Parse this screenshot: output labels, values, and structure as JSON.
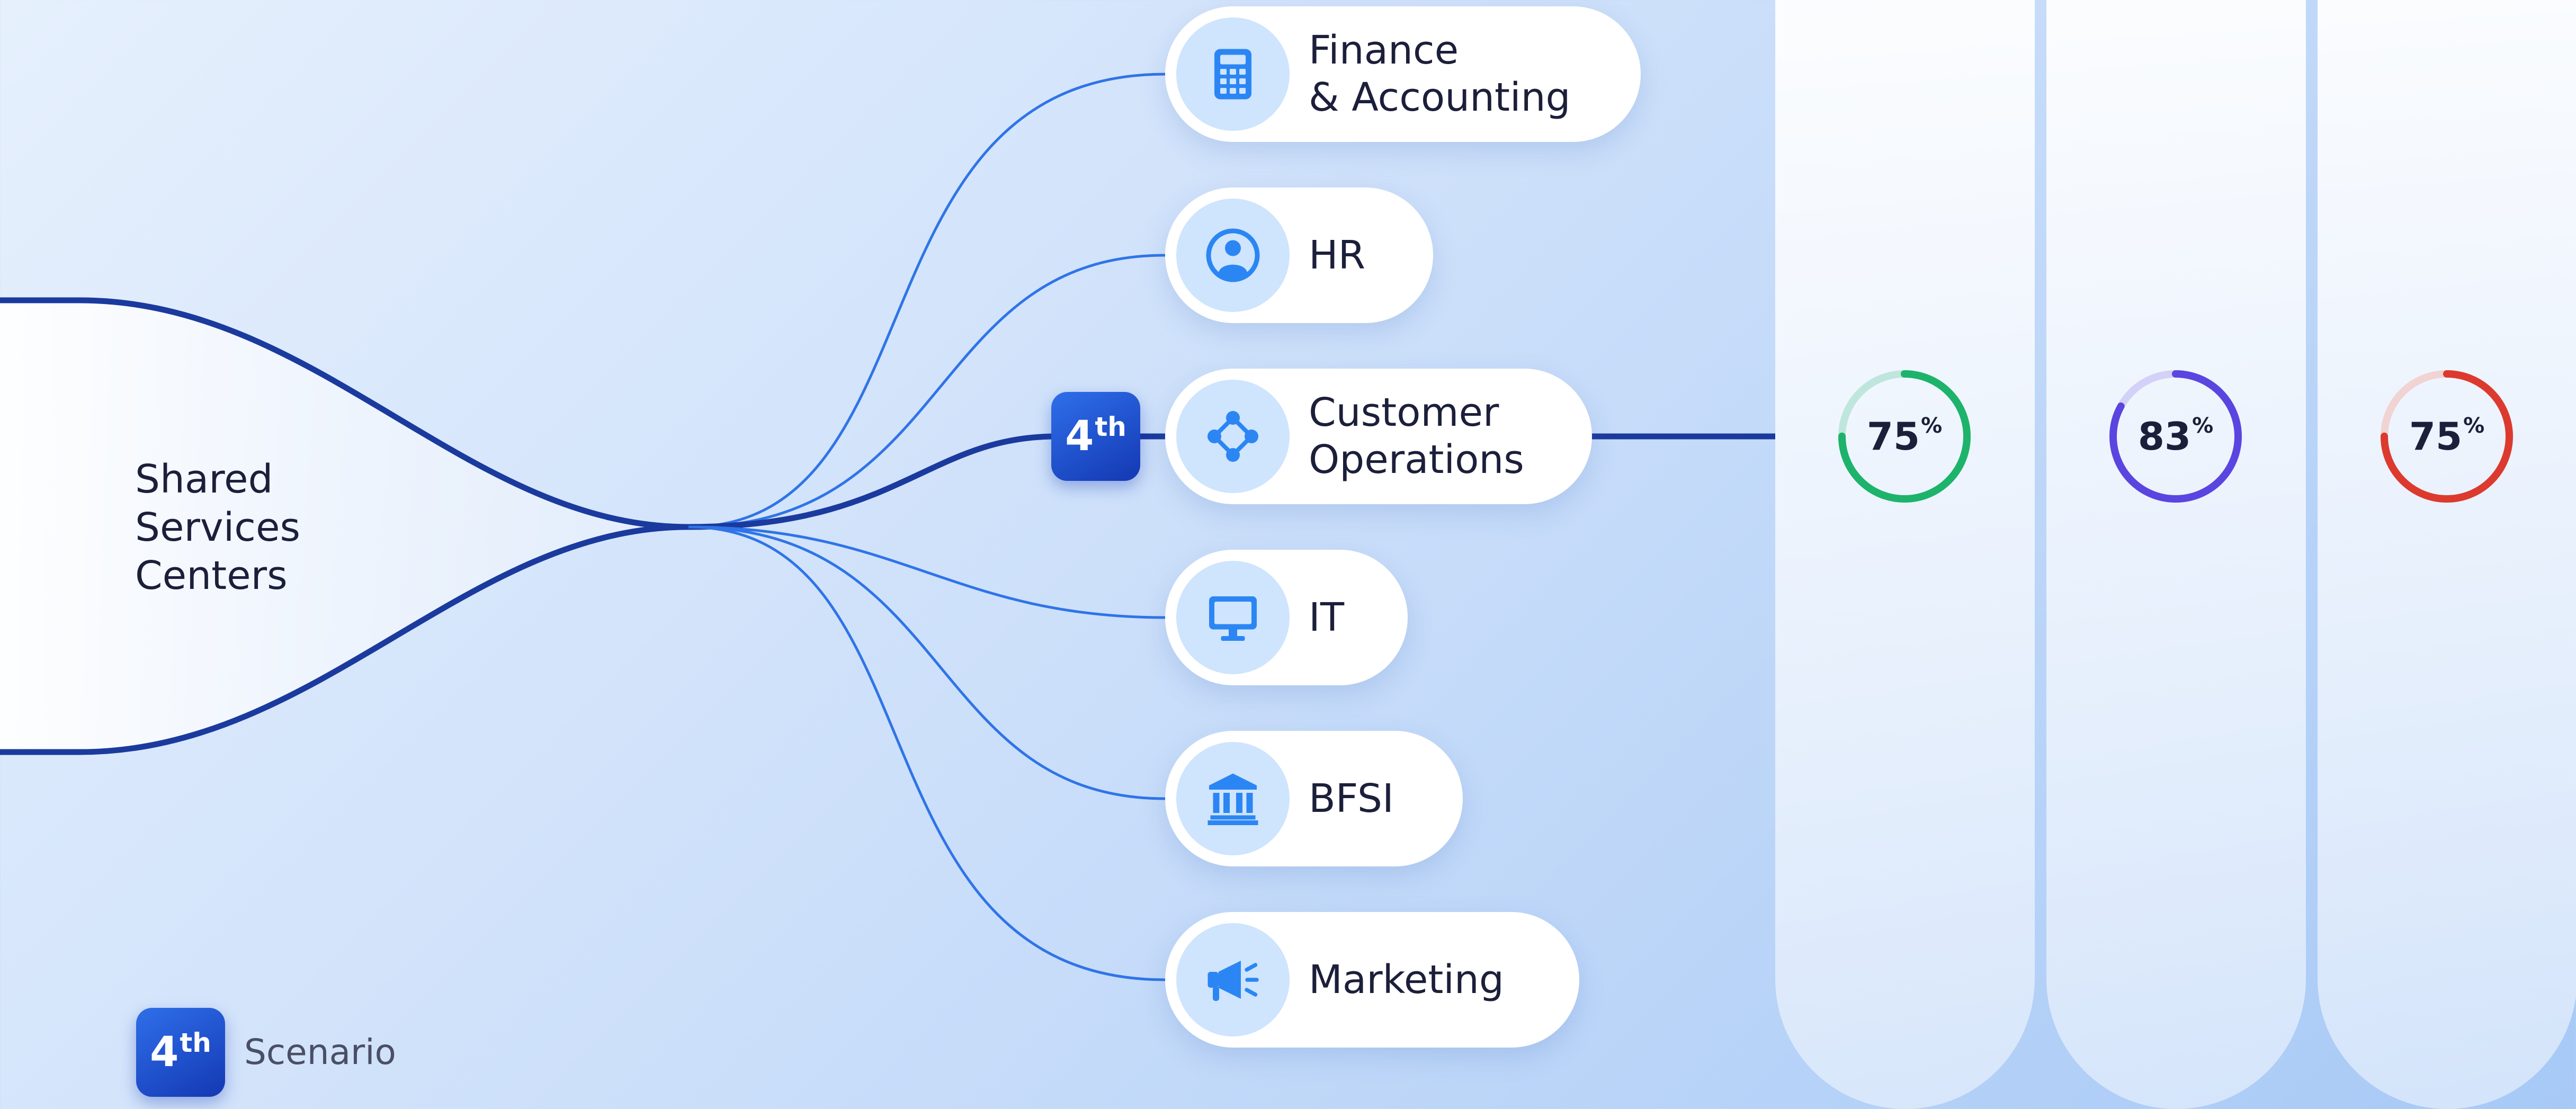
{
  "root": {
    "label_lines": [
      "Shared",
      "Services",
      "Centers"
    ]
  },
  "departments": [
    {
      "key": "finance",
      "label_lines": [
        "Finance",
        "& Accounting"
      ],
      "icon": "calculator-icon"
    },
    {
      "key": "hr",
      "label_lines": [
        "HR"
      ],
      "icon": "user-icon"
    },
    {
      "key": "customer-operations",
      "label_lines": [
        "Customer",
        "Operations"
      ],
      "icon": "network-icon",
      "highlighted": true
    },
    {
      "key": "it",
      "label_lines": [
        "IT"
      ],
      "icon": "monitor-icon"
    },
    {
      "key": "bfsi",
      "label_lines": [
        "BFSI"
      ],
      "icon": "bank-icon"
    },
    {
      "key": "marketing",
      "label_lines": [
        "Marketing"
      ],
      "icon": "megaphone-icon"
    }
  ],
  "selection_badge": {
    "number": "4",
    "suffix": "th"
  },
  "scenario_legend": {
    "number": "4",
    "suffix": "th",
    "label": "Scenario"
  },
  "metrics": [
    {
      "value": "75",
      "unit": "%",
      "percent": 75,
      "color": "#1db36b",
      "track_color": "#bfe6dc"
    },
    {
      "value": "83",
      "unit": "%",
      "percent": 83,
      "color": "#5a45e0",
      "track_color": "#d3d1f7"
    },
    {
      "value": "75",
      "unit": "%",
      "percent": 75,
      "color": "#dc3a2e",
      "track_color": "#f1d3d3"
    }
  ],
  "colors": {
    "accent_dark": "#1b3a9e",
    "accent_light": "#2f74e8",
    "icon_blue": "#2b86f4",
    "icon_bg": "#cfe4fd"
  }
}
